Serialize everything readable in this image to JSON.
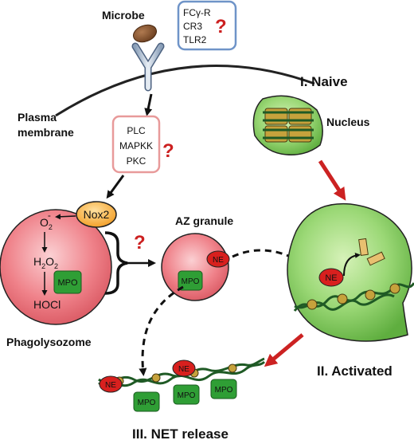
{
  "labels": {
    "microbe": "Microbe",
    "plasma_membrane": [
      "Plasma",
      "membrane"
    ],
    "naive": "I. Naive",
    "nucleus": "Nucleus",
    "az_granule": "AZ granule",
    "phagolysozome": "Phagolysozome",
    "activated": "II. Activated",
    "net_release": "III. NET release"
  },
  "receptors_box": {
    "items": [
      "FCγ-R",
      "CR3",
      "TLR2"
    ],
    "mark": "?"
  },
  "kinases_box": {
    "items": [
      "PLC",
      "MAPKK",
      "PKC"
    ],
    "mark": "?"
  },
  "nox2": "Nox2",
  "pathway": {
    "o2": "O",
    "o2_sub": "2",
    "o2_sup": "-",
    "h2o2_a": "H",
    "h2o2_sub1": "2",
    "h2o2_b": "O",
    "h2o2_sub2": "2",
    "hocl": "HOCl",
    "mpo": "MPO"
  },
  "bracket_mark": "?",
  "granule_proteins": {
    "ne": "NE",
    "mpo": "MPO"
  },
  "activated_ne": "NE",
  "net_proteins": {
    "ne": [
      "NE",
      "NE"
    ],
    "mpo": [
      "MPO",
      "MPO",
      "MPO"
    ]
  },
  "colors": {
    "red_arrow": "#cc2222",
    "question": "#cc2020",
    "receptor_box_border": "#6f94c8",
    "kinase_box_border": "#e89a9a",
    "cell_green": "#8fd06a",
    "phago_pink": "#ef7f86",
    "mpo_green": "#2f9e35",
    "ne_red": "#d8201e",
    "nox_orange": "#f4a52a"
  }
}
